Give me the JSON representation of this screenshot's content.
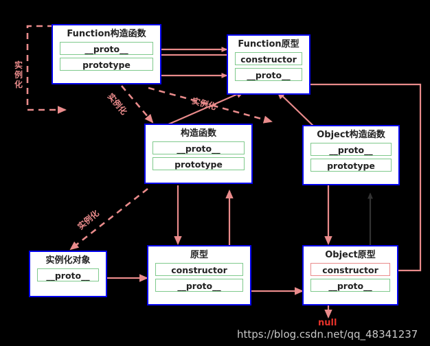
{
  "diagram": {
    "title_semantics": "JavaScript prototype chain diagram",
    "colors": {
      "box_border": "#0000ee",
      "slot_border": "#7ec98b",
      "slot_border_alt": "#e98a8a",
      "arrow": "#e98b8b",
      "arrow_dark": "#333333",
      "null_text": "#e8332a",
      "watermark": "#c8c8c8",
      "background": "#000000",
      "box_fill": "#ffffff"
    },
    "boxes": [
      {
        "id": "function-ctor",
        "title": "Function构造函数",
        "slots": [
          {
            "label": "__proto__",
            "style": "green"
          },
          {
            "label": "prototype",
            "style": "green"
          }
        ]
      },
      {
        "id": "function-proto",
        "title": "Function原型",
        "slots": [
          {
            "label": "constructor",
            "style": "green"
          },
          {
            "label": "__proto__",
            "style": "green"
          }
        ]
      },
      {
        "id": "custom-ctor",
        "title": "构造函数",
        "slots": [
          {
            "label": "__proto__",
            "style": "green"
          },
          {
            "label": "prototype",
            "style": "green"
          }
        ]
      },
      {
        "id": "object-ctor",
        "title": "Object构造函数",
        "slots": [
          {
            "label": "__proto__",
            "style": "green"
          },
          {
            "label": "prototype",
            "style": "green"
          }
        ]
      },
      {
        "id": "instance-object",
        "title": "实例化对象",
        "slots": [
          {
            "label": "__proto__",
            "style": "green"
          }
        ]
      },
      {
        "id": "custom-proto",
        "title": "原型",
        "slots": [
          {
            "label": "constructor",
            "style": "green"
          },
          {
            "label": "__proto__",
            "style": "green"
          }
        ]
      },
      {
        "id": "object-proto",
        "title": "Object原型",
        "slots": [
          {
            "label": "constructor",
            "style": "red"
          },
          {
            "label": "__proto__",
            "style": "green"
          }
        ]
      }
    ],
    "labels": {
      "instantiate_left": "实例化",
      "instantiate_upper_diag": "实例化",
      "instantiate_mid_diag": "实例化",
      "instantiate_lower_diag": "实例化",
      "null_value": "null"
    },
    "watermark": "https://blog.csdn.net/qq_48341237"
  }
}
